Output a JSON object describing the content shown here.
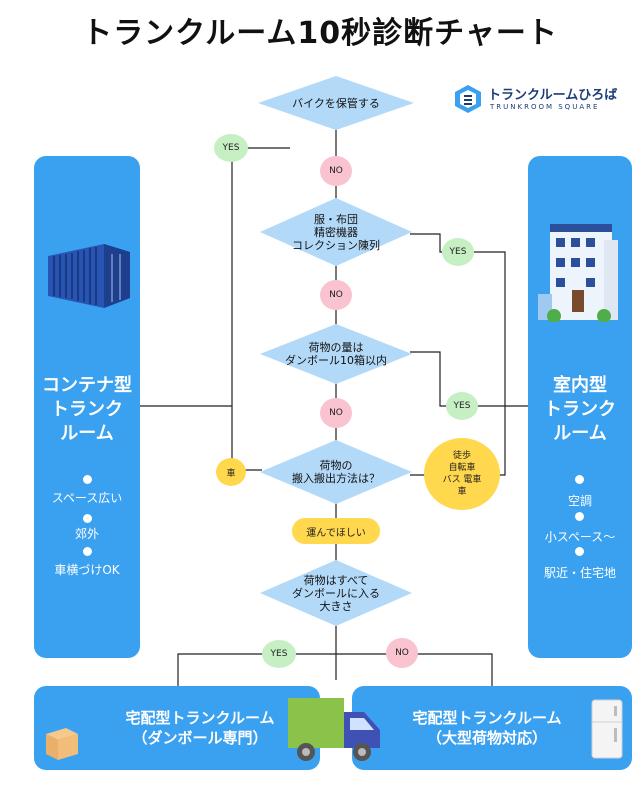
{
  "title": "トランクルーム10秒診断チャート",
  "logo": {
    "name": "トランクルームひろば",
    "sub": "TRUNKROOM SQUARE"
  },
  "questions": [
    {
      "text": "バイクを保管する"
    },
    {
      "text": "服・布団\n精密機器\nコレクション陳列"
    },
    {
      "text": "荷物の量は\nダンボール10箱以内"
    },
    {
      "text": "荷物の\n搬入搬出方法は？"
    },
    {
      "text": "荷物はすべて\nダンボールに入る\n大きさ"
    }
  ],
  "answers": {
    "yes": "YES",
    "no": "NO",
    "car": "車",
    "walk": "徒歩\n自転車\nバス 電車\n車",
    "deliver": "運んでほしい"
  },
  "left_panel": {
    "title": "コンテナ型\nトランク\nルーム",
    "features": [
      "スペース広い",
      "郊外",
      "車横づけOK"
    ]
  },
  "right_panel": {
    "title": "室内型\nトランク\nルーム",
    "features": [
      "空調",
      "小スペース～",
      "駅近・住宅地"
    ]
  },
  "bottom_left": {
    "label": "宅配型トランクルーム\n（ダンボール専門）"
  },
  "bottom_right": {
    "label": "宅配型トランクルーム\n（大型荷物対応）"
  },
  "colors": {
    "panel": "#3aa0f0",
    "diamond": "#b3d9f8",
    "yes": "#c6efc4",
    "no": "#f9c3cf",
    "car": "#ffd84d",
    "container": "#2855b4"
  }
}
